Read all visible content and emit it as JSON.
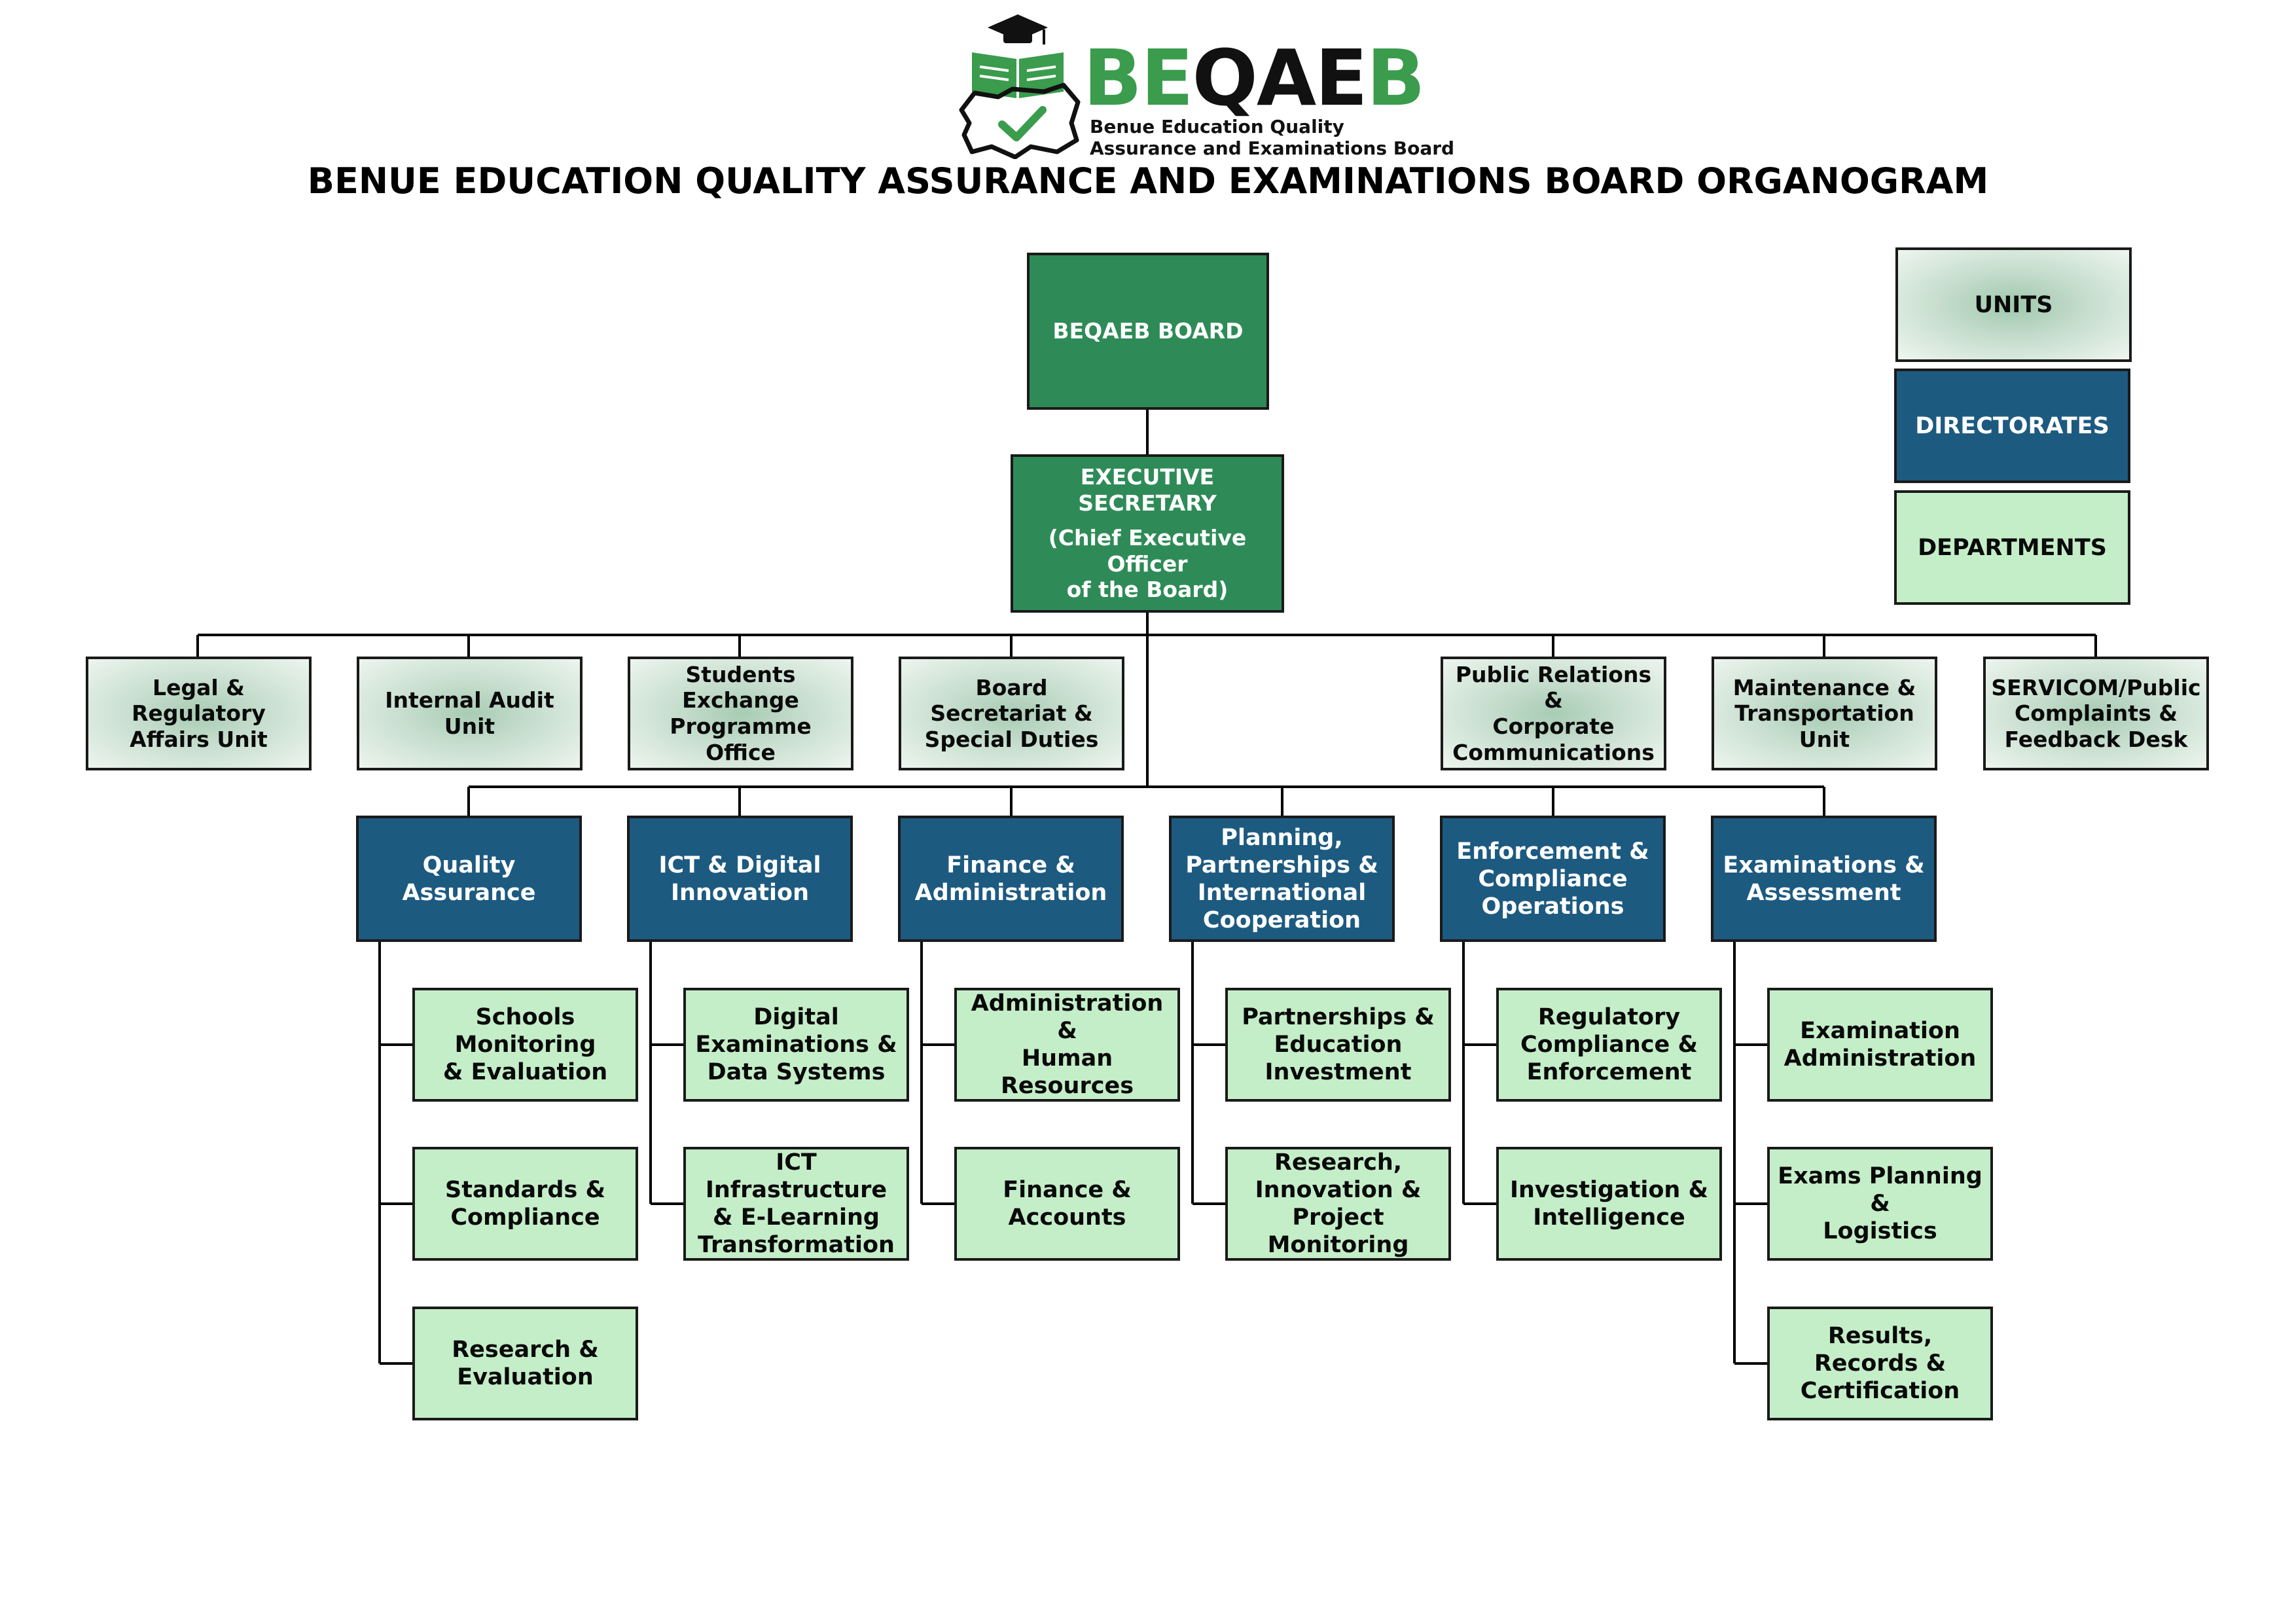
{
  "logo": {
    "brand_part1": "BE",
    "brand_part2": "QAE",
    "brand_part3": "B",
    "subtitle_line1": "Benue Education Quality",
    "subtitle_line2": "Assurance and Examinations Board",
    "icon": "graduation-cap-book-map-check-icon"
  },
  "title": "BENUE EDUCATION QUALITY ASSURANCE AND EXAMINATIONS BOARD ORGANOGRAM",
  "colors": {
    "board": "#2e8b57",
    "directorate": "#1d5a80",
    "department": "#c4eec8",
    "unit": "#c9dfd0",
    "brand_green": "#3a9c4c"
  },
  "legend": {
    "units": "UNITS",
    "directorates": "DIRECTORATES",
    "departments": "DEPARTMENTS"
  },
  "board": "BEQAEB BOARD",
  "executive": {
    "line1": "EXECUTIVE SECRETARY",
    "line2": "(Chief Executive Officer\nof the Board)"
  },
  "units": [
    "Legal & Regulatory\nAffairs Unit",
    "Internal Audit Unit",
    "Students Exchange\nProgramme Office",
    "Board Secretariat &\nSpecial Duties",
    "Public Relations &\nCorporate\nCommunications",
    "Maintenance &\nTransportation Unit",
    "SERVICOM/Public\nComplaints &\nFeedback Desk"
  ],
  "directorates": [
    {
      "name": "Quality Assurance",
      "departments": [
        "Schools Monitoring\n& Evaluation",
        "Standards &\nCompliance",
        "Research &\nEvaluation"
      ]
    },
    {
      "name": "ICT & Digital\nInnovation",
      "departments": [
        "Digital\nExaminations &\nData Systems",
        "ICT Infrastructure\n& E-Learning\nTransformation"
      ]
    },
    {
      "name": "Finance &\nAdministration",
      "departments": [
        "Administration &\nHuman Resources",
        "Finance &\nAccounts"
      ]
    },
    {
      "name": "Planning,\nPartnerships &\nInternational\nCooperation",
      "departments": [
        "Partnerships &\nEducation\nInvestment",
        "Research,\nInnovation &\nProject Monitoring"
      ]
    },
    {
      "name": "Enforcement &\nCompliance\nOperations",
      "departments": [
        "Regulatory\nCompliance &\nEnforcement",
        "Investigation &\nIntelligence"
      ]
    },
    {
      "name": "Examinations &\nAssessment",
      "departments": [
        "Examination\nAdministration",
        "Exams Planning &\nLogistics",
        "Results, Records &\nCertification"
      ]
    }
  ]
}
